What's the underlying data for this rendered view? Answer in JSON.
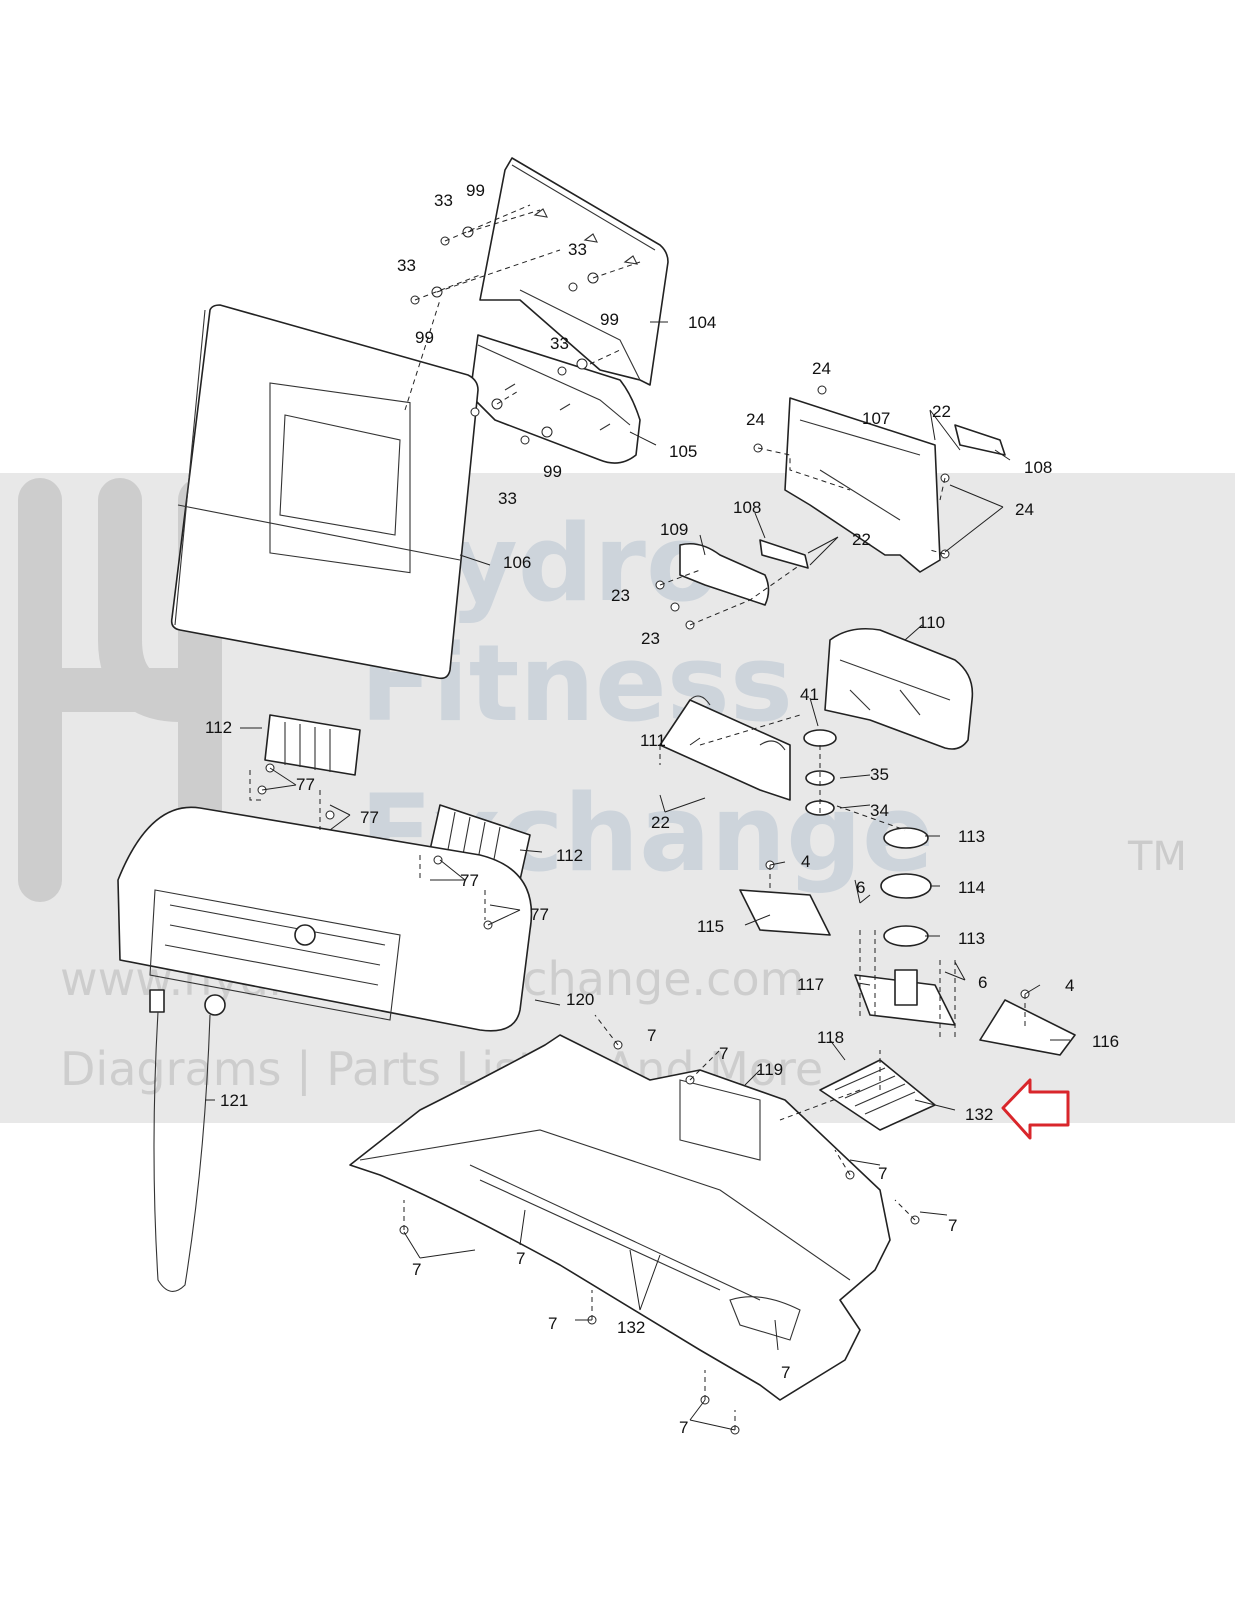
{
  "watermark": {
    "line1": "Hydro",
    "line2": "Fitness",
    "line3": "Exchange",
    "trademark": "TM",
    "url": "www.hydrafitnessexchange.com",
    "tagline": "Diagrams | Parts Lists | And More"
  },
  "highlight": {
    "part": "132",
    "arrow_color": "#d9262b"
  },
  "callouts": [
    "33",
    "99",
    "33",
    "33",
    "99",
    "99",
    "104",
    "33",
    "105",
    "99",
    "33",
    "106",
    "24",
    "24",
    "107",
    "22",
    "108",
    "24",
    "109",
    "108",
    "22",
    "23",
    "23",
    "110",
    "41",
    "111",
    "35",
    "22",
    "34",
    "113",
    "112",
    "77",
    "77",
    "112",
    "77",
    "77",
    "4",
    "6",
    "114",
    "115",
    "113",
    "117",
    "6",
    "4",
    "120",
    "7",
    "7",
    "118",
    "119",
    "116",
    "132",
    "121",
    "7",
    "7",
    "7",
    "7",
    "132",
    "7",
    "7",
    "7"
  ]
}
